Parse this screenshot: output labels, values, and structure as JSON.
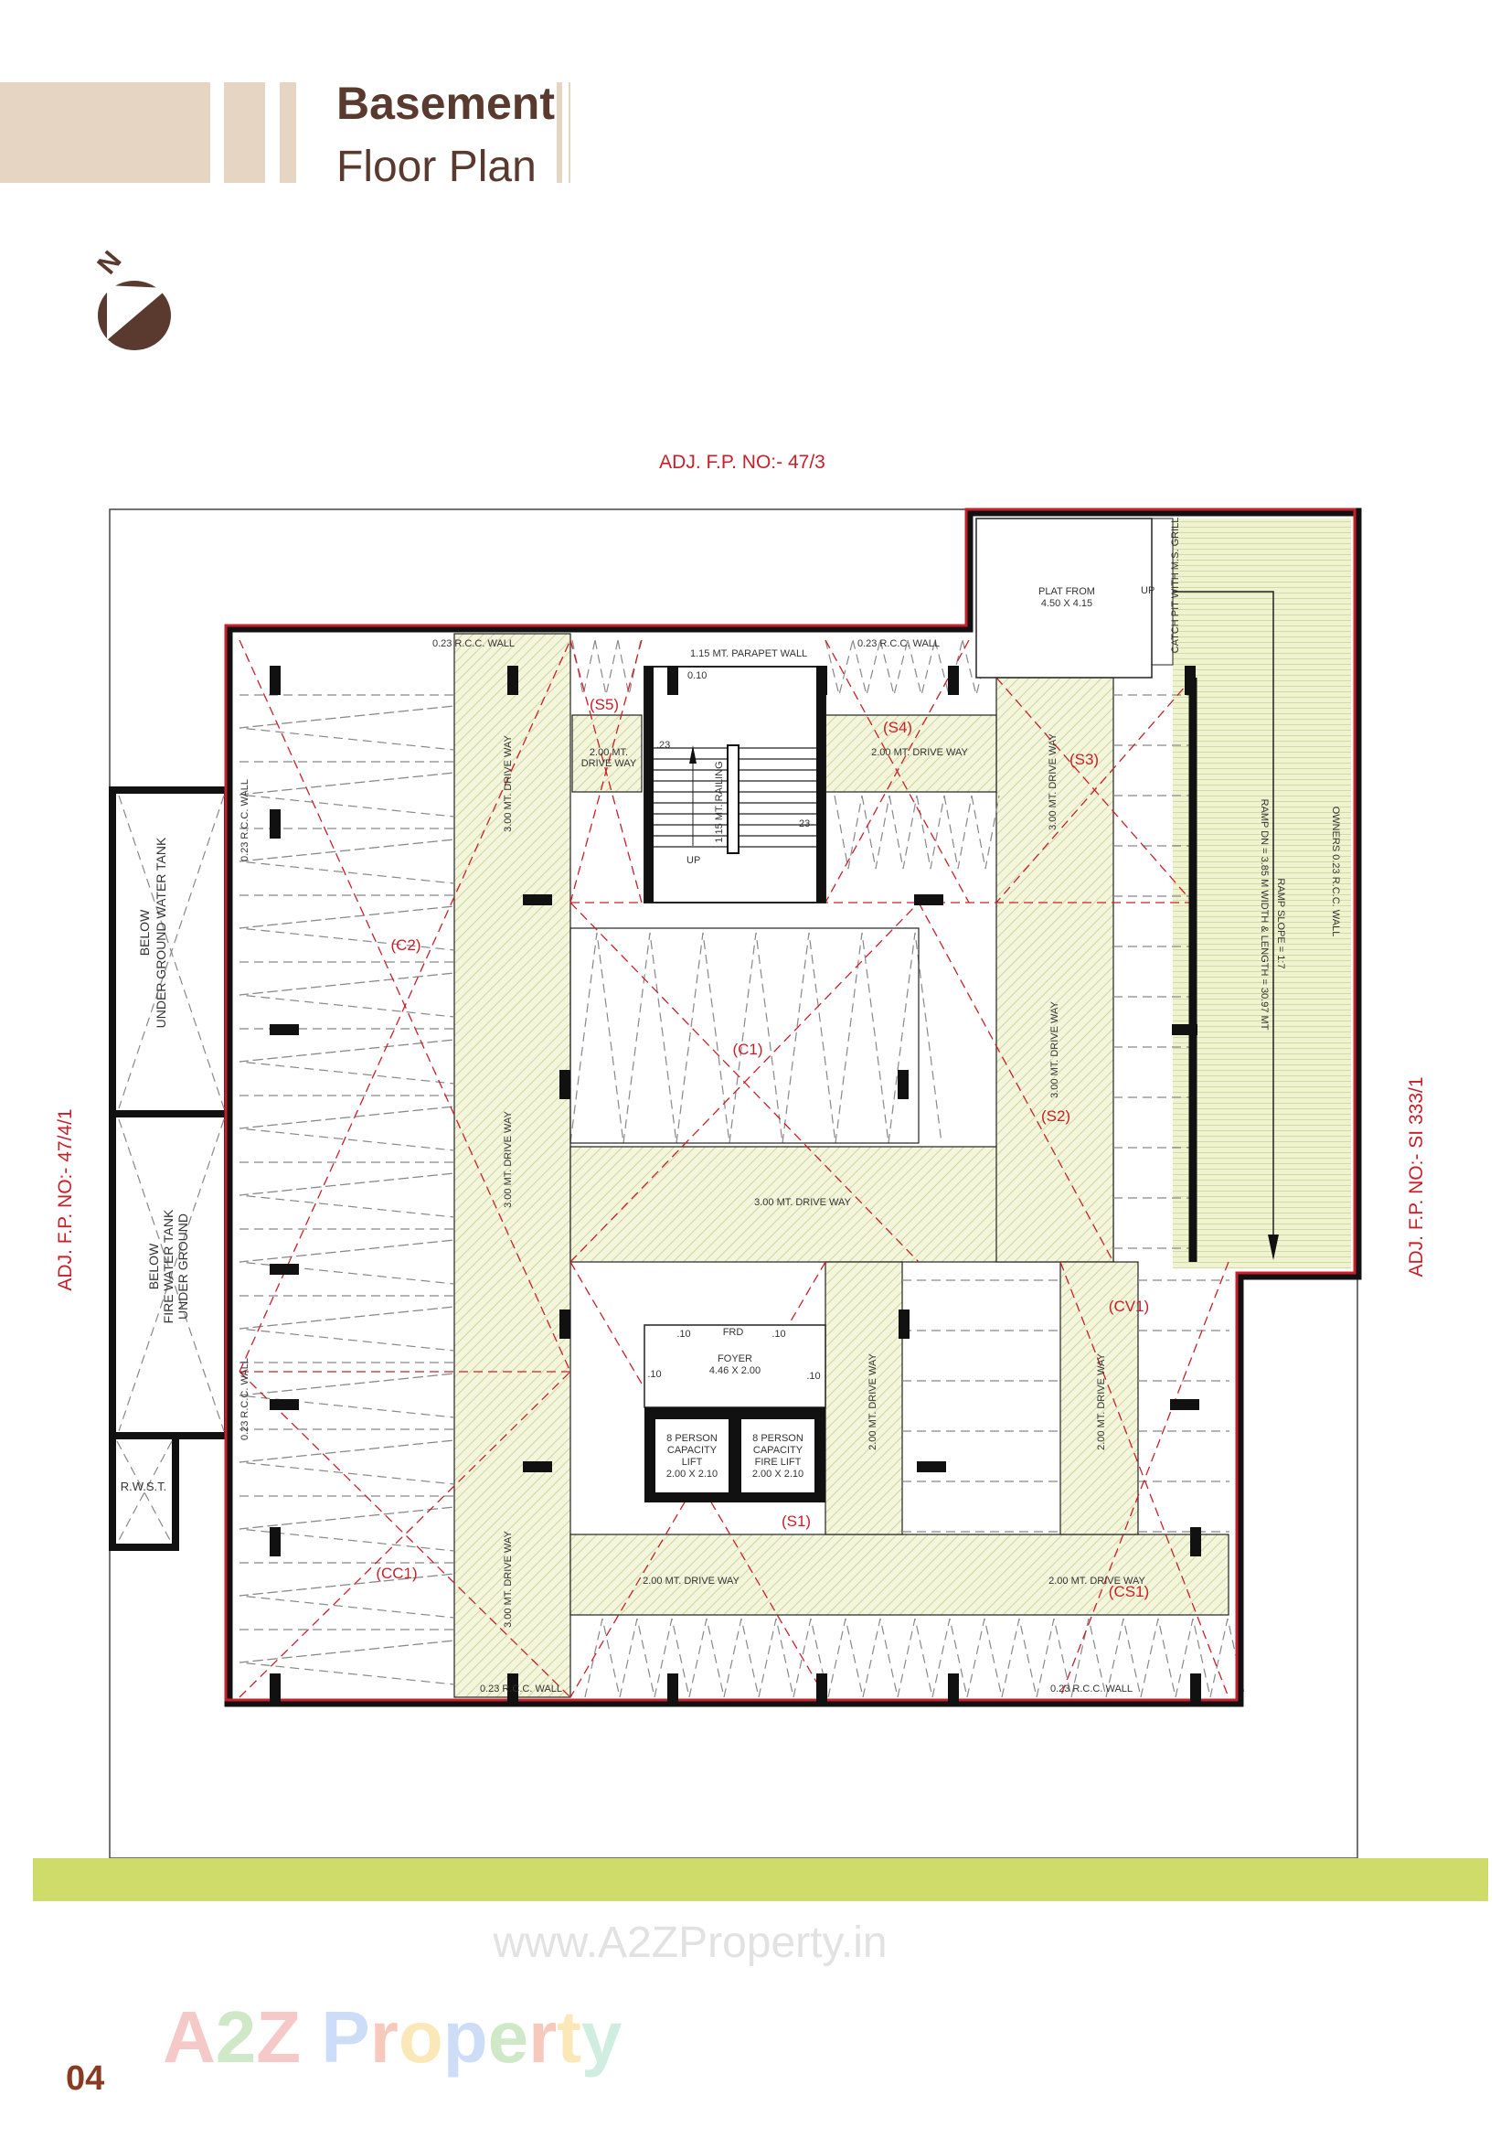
{
  "header": {
    "title_bold": "Basement",
    "title_light": "Floor Plan"
  },
  "north_icon": "north-arrow-icon",
  "adjacent": {
    "top": "ADJ. F.P. NO:- 47/3",
    "left": "ADJ. F.P. NO:- 47/4/1",
    "right": "ADJ. F.P. NO:- SI 333/1"
  },
  "zones": {
    "s1": "(S1)",
    "s2": "(S2)",
    "s3": "(S3)",
    "s4": "(S4)",
    "s5": "(S5)",
    "c1": "(C1)",
    "c2": "(C2)",
    "cc1": "(CC1)",
    "cv1": "(CV1)",
    "cs1": "(CS1)"
  },
  "labels": {
    "rcc_wall": "0.23 R.C.C. WALL",
    "parapet": "1.15 MT. PARAPET WALL",
    "dim_010": "0.10",
    "dim_23a": ".23",
    "dim_23b": "23",
    "railing": "1.15 MT. RAILING",
    "up": "UP",
    "drive_2_line1": "2.00 MT.",
    "drive_2_line2": "DRIVE WAY",
    "drive_2": "2.00 MT. DRIVE WAY",
    "drive_3": "3.00 MT. DRIVE WAY",
    "plat_line1": "PLAT FROM",
    "plat_line2": "4.50 X 4.15",
    "catch_pit": "CATCH PIT WITH M.S. GRILL",
    "ramp_dn": "RAMP DN = 3.85 M WIDTH & LENGTH = 30.97 MT",
    "ramp_slope": "RAMP SLOPE = 1:7",
    "owners_wall": "OWNERS 0.23 R.C.C. WALL",
    "tank1_line1": "BELOW",
    "tank1_line2": "UNDER GROUND WATER TANK",
    "tank2_line1": "BELOW",
    "tank2_line2": "FIRE WATER TANK",
    "tank2_line3": "UNDER GROUND",
    "rwst": "R.W.S.T.",
    "frd": "FRD",
    "dim_10": ".10",
    "foyer_line1": "FOYER",
    "foyer_line2": "4.46 X 2.00",
    "lift_line1": "8 PERSON",
    "lift_line2": "CAPACITY",
    "lift_line3": "LIFT",
    "lift_line4": "2.00 X 2.10",
    "firelift_line3": "FIRE LIFT"
  },
  "footer": {
    "watermark": "www.A2ZProperty.in",
    "logo": "A2Z Property",
    "page_number": "04"
  },
  "colors": {
    "brand_brown": "#5a3a2e",
    "beige": "#e6d5c3",
    "plot_red": "#c8202a",
    "green_band": "#cfdc6a",
    "drive_fill": "#eef1cf"
  }
}
